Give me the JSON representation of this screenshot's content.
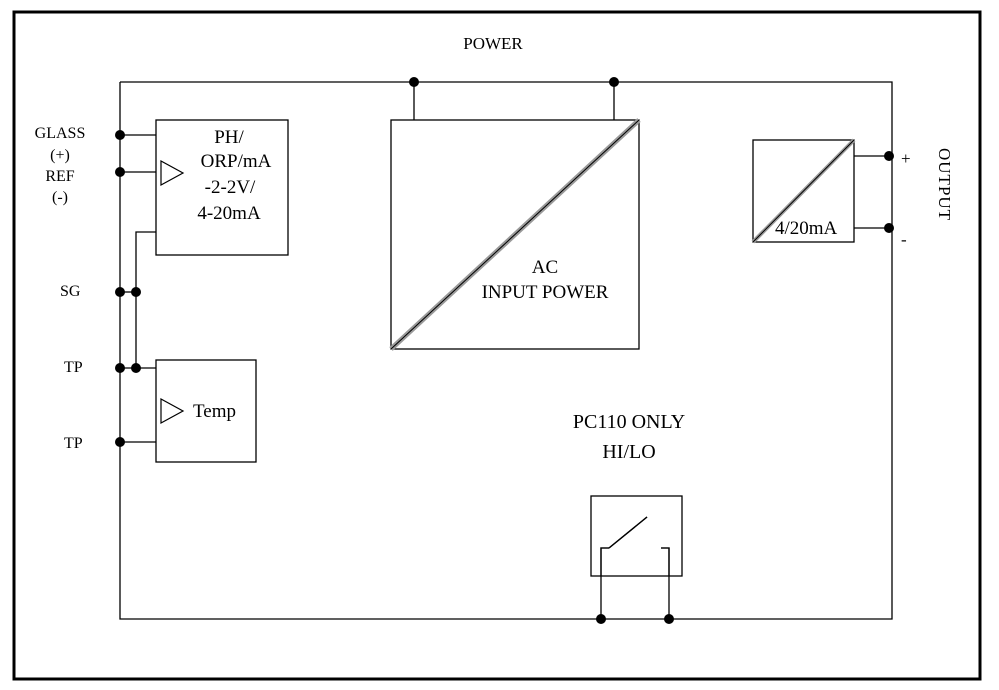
{
  "diagram": {
    "power_label": "POWER",
    "output_label": "OUTPUT",
    "terminals": {
      "glass": "GLASS",
      "glass_sign": "(+)",
      "ref": "REF",
      "ref_sign": "(-)",
      "sg": "SG",
      "tp1": "TP",
      "tp2": "TP"
    },
    "ph_block": {
      "line1": "PH/",
      "line2": "ORP/mA",
      "line3": "-2-2V/",
      "line4": "4-20mA"
    },
    "temp_block": {
      "label": "Temp"
    },
    "ac_block": {
      "line1": "AC",
      "line2": "INPUT POWER"
    },
    "output_block": {
      "label": "4/20mA",
      "plus": "+",
      "minus": "-"
    },
    "relay": {
      "line1": "PC110 ONLY",
      "line2": "HI/LO"
    },
    "colors": {
      "line": "#000000",
      "background": "#ffffff",
      "shade": "#9a9a9a"
    }
  }
}
